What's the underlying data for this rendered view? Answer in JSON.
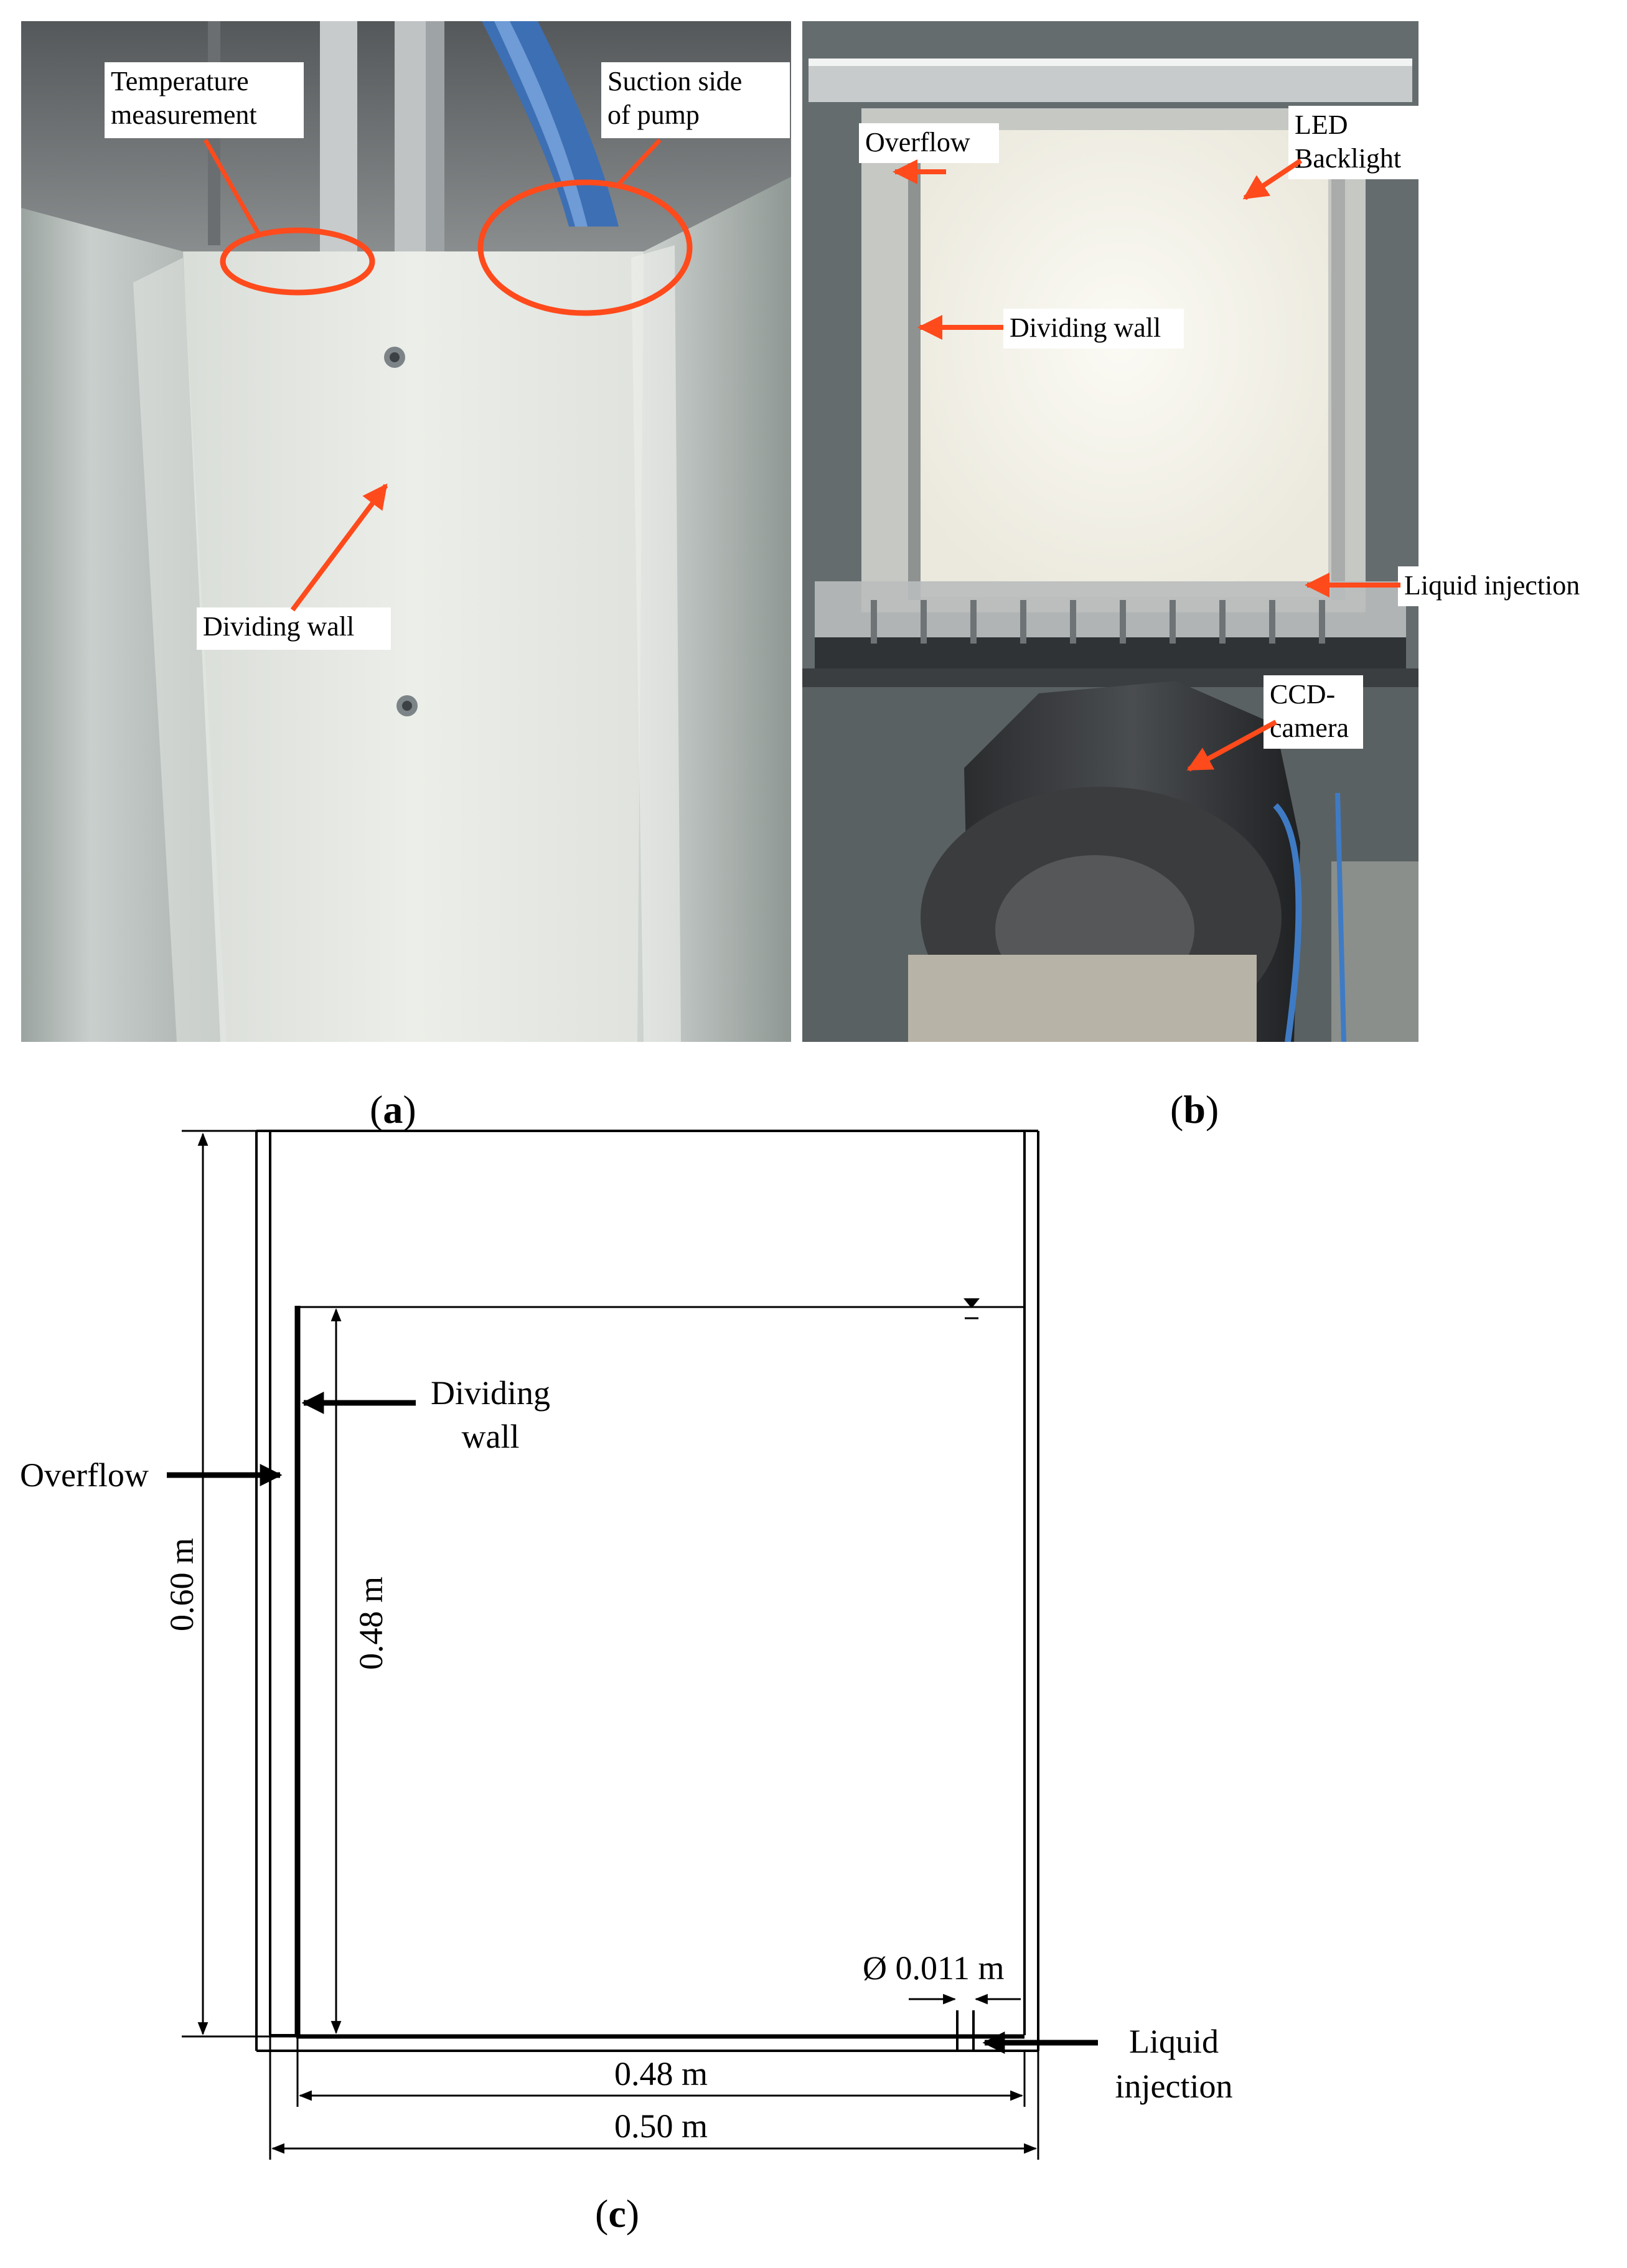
{
  "panel_a": {
    "caption_letter": "a",
    "labels": {
      "temperature": "Temperature\nmeasurement",
      "suction": "Suction side\nof pump",
      "dividing_wall": "Dividing wall"
    }
  },
  "panel_b": {
    "caption_letter": "b",
    "labels": {
      "overflow": "Overflow",
      "led": "LED\nBacklight",
      "dividing_wall": "Dividing wall",
      "liquid_injection": "Liquid injection",
      "ccd": "CCD-\ncamera"
    }
  },
  "panel_c": {
    "caption_letter": "c",
    "labels": {
      "overflow": "Overflow",
      "dividing_wall_line1": "Dividing",
      "dividing_wall_line2": "wall",
      "height_total": "0.60 m",
      "height_liquid": "0.48 m",
      "width_inner": "0.48 m",
      "width_total": "0.50 m",
      "nozzle": "Ø 0.011 m",
      "liquid_injection_line1": "Liquid",
      "liquid_injection_line2": "injection"
    }
  },
  "colors": {
    "annotation": "#ff4a1c",
    "line": "#000000"
  }
}
